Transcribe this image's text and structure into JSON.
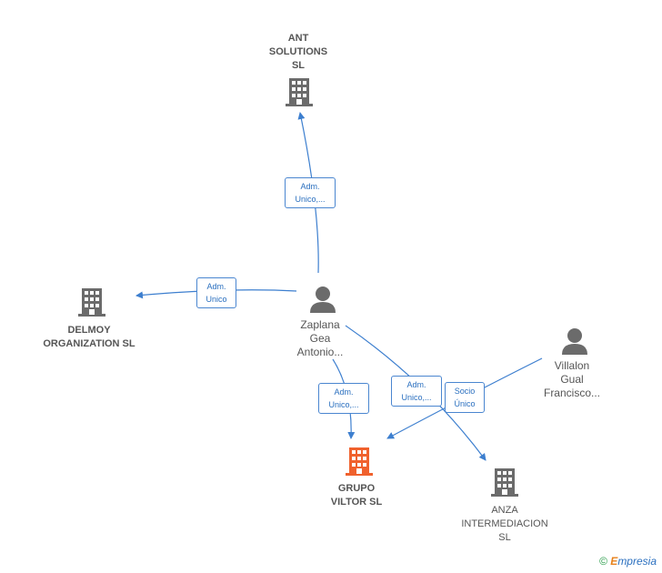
{
  "nodes": {
    "ant_solutions": {
      "label": "ANT\nSOLUTIONS\nSL",
      "type": "company"
    },
    "delmoy": {
      "label": "DELMOY\nORGANIZATION SL",
      "type": "company"
    },
    "zaplana": {
      "label": "Zaplana\nGea\nAntonio...",
      "type": "person"
    },
    "villalon": {
      "label": "Villalon\nGual\nFrancisco...",
      "type": "person"
    },
    "grupo_viltor": {
      "label": "GRUPO\nVILTOR  SL",
      "type": "company-focus"
    },
    "anza": {
      "label": "ANZA\nINTERMEDIACION\nSL",
      "type": "company"
    }
  },
  "edges": {
    "zaplana_ant": "Adm.\nUnico,...",
    "zaplana_delmoy": "Adm.\nUnico",
    "zaplana_grupo": "Adm.\nUnico,...",
    "zaplana_anza": "Adm.\nUnico,...",
    "villalon_grupo": "Socio\nÚnico"
  },
  "colors": {
    "edge": "#3d7fcf",
    "company_icon": "#6b6b6b",
    "person_icon": "#6b6b6b",
    "focus_icon": "#f0612d"
  },
  "icons": {
    "company": "building-icon",
    "person": "person-icon"
  },
  "footer": {
    "copyright": "©",
    "brand_first": "E",
    "brand_rest": "mpresia"
  }
}
